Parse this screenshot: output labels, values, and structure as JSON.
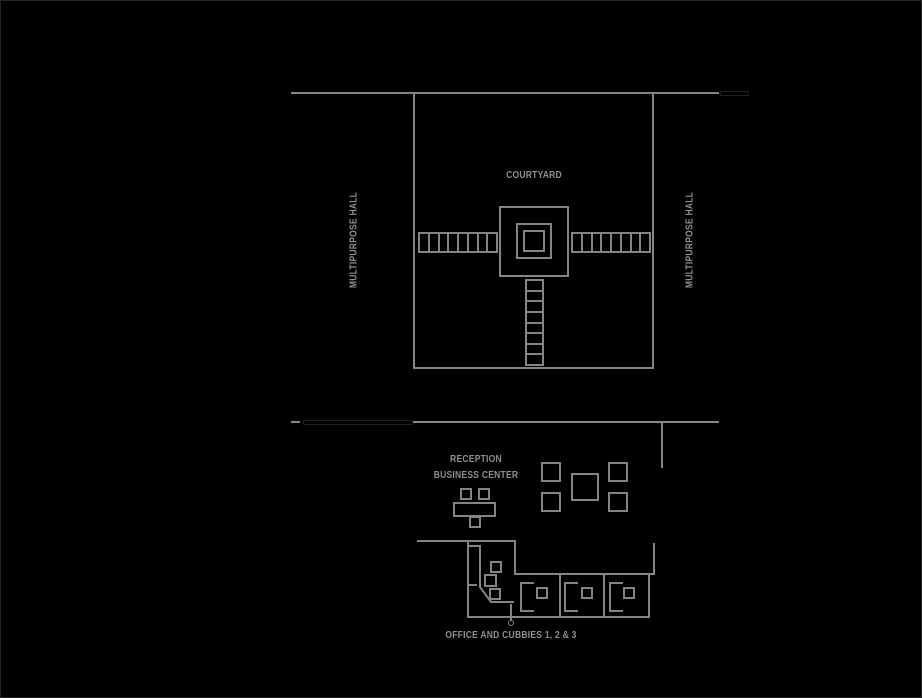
{
  "colors": {
    "bg": "#000000",
    "line": "#848484",
    "text": "#8f8f8f",
    "faint": "#1f1f1f",
    "frame": "#242424"
  },
  "upper_plan": {
    "courtyard_label": "COURTYARD",
    "left_hall_label": "MULTIPURPOSE HALL",
    "right_hall_label": "MULTIPURPOSE HALL"
  },
  "lower_plan": {
    "reception_label_line1": "RECEPTION",
    "reception_label_line2": "BUSINESS CENTER",
    "office_label": "OFFICE AND CUBBIES 1, 2 & 3"
  }
}
